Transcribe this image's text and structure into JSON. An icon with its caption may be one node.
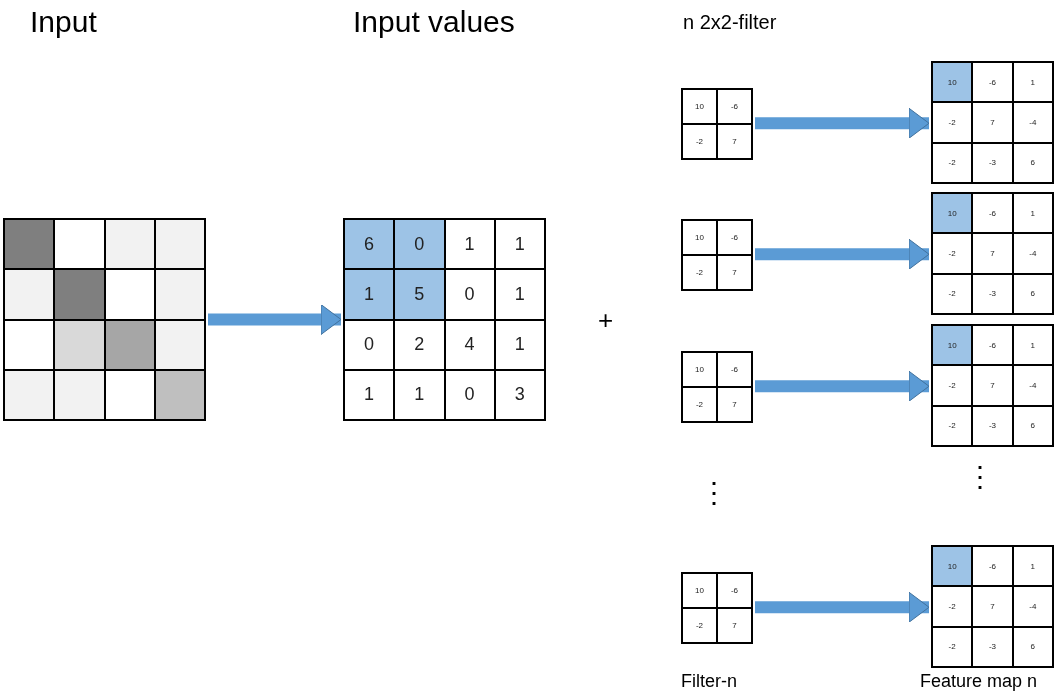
{
  "diagram": {
    "nodes": [
      {
        "text": [],
        "shape": "grid"
      },
      {
        "text": [
          "6",
          "0",
          "1",
          "1",
          "1",
          "5",
          "0",
          "1",
          "0",
          "2",
          "4",
          "1",
          "1",
          "1",
          "0",
          "3"
        ]
      },
      {
        "text": [
          "10",
          "-6",
          "-2",
          "7"
        ]
      },
      {
        "text": [
          "10",
          "-6",
          "-2",
          "7"
        ]
      },
      {
        "text": [
          "10",
          "-6",
          "-2",
          "7"
        ]
      },
      {
        "text": [
          "10",
          "-6",
          "-2",
          "7"
        ]
      },
      {
        "text": [
          "10",
          "-6",
          "1",
          "-2",
          "7",
          "-4",
          "-2",
          "-3",
          "6"
        ]
      },
      {
        "text": [
          "10",
          "-6",
          "1",
          "-2",
          "7",
          "-4",
          "-2",
          "-3",
          "6"
        ]
      },
      {
        "text": [
          "10",
          "-6",
          "1",
          "-2",
          "7",
          "-4",
          "-2",
          "-3",
          "6"
        ]
      },
      {
        "text": [
          "10",
          "-6",
          "1",
          "-2",
          "7",
          "-4",
          "-2",
          "-3",
          "6"
        ]
      }
    ],
    "edges": [
      {
        "from": 0,
        "to": 1,
        "arrow": "to"
      },
      {
        "from": 2,
        "to": 6,
        "arrow": "to"
      },
      {
        "from": 3,
        "to": 7,
        "arrow": "to"
      },
      {
        "from": 4,
        "to": 8,
        "arrow": "to"
      },
      {
        "from": 5,
        "to": 9,
        "arrow": "to"
      }
    ],
    "labels": [
      "Input",
      "Input values",
      "n 2x2-filter",
      "+",
      "⋮",
      "⋮",
      "Filter-n",
      "Feature map n"
    ]
  }
}
